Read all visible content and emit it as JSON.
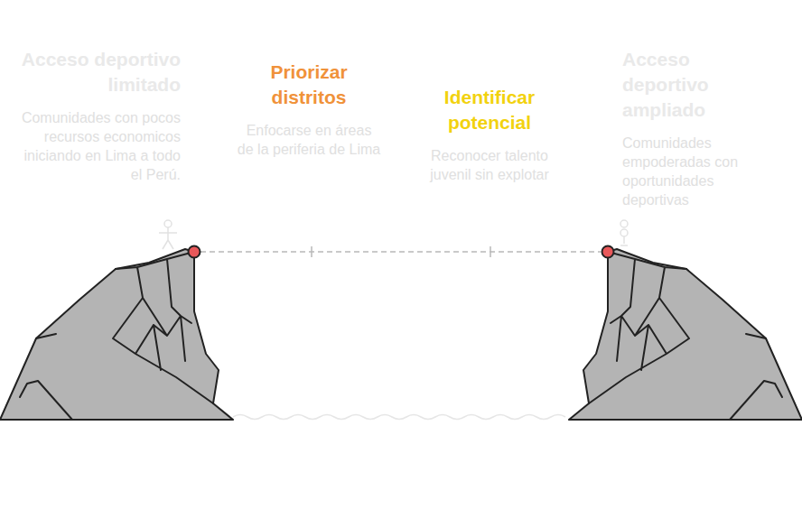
{
  "diagram": {
    "nodes": [
      {
        "text": [
          "Acceso deportivo limitado",
          "Comunidades con pocos recursos economicos iniciando en Lima a todo el Perú."
        ]
      },
      {
        "text": [
          "Priorizar distritos",
          "Enfocarse en áreas de la periferia de Lima"
        ]
      },
      {
        "text": [
          "Identificar potencial",
          "Reconocer talento juvenil sin explotar"
        ]
      },
      {
        "text": [
          "Acceso deportivo ampliado",
          "Comunidades empoderadas con oportunidades deportivas"
        ]
      }
    ]
  }
}
